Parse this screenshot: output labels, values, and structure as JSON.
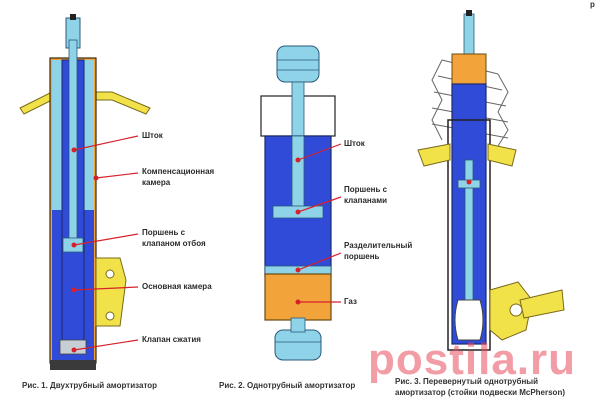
{
  "top_text": "р",
  "figure1": {
    "labels": {
      "rod": "Шток",
      "comp_chamber_1": "Компенсационная",
      "comp_chamber_2": "камера",
      "piston_1": "Поршень с",
      "piston_2": "клапаном отбоя",
      "main_chamber": "Основная камера",
      "comp_valve": "Клапан сжатия"
    },
    "caption": "Рис. 1. Двухтрубный амортизатор"
  },
  "figure2": {
    "labels": {
      "rod": "Шток",
      "piston_1": "Поршень с",
      "piston_2": "клапанами",
      "sep_piston_1": "Разделительный",
      "sep_piston_2": "поршень",
      "gas": "Газ"
    },
    "caption": "Рис. 2. Однотрубный амортизатор"
  },
  "figure3": {
    "caption_1": "Рис. 3. Перевернутый однотрубный",
    "caption_2": "амортизатор (стойки подвески McPherson)"
  },
  "watermark": "postila.ru",
  "colors": {
    "oil_blue": "#2f4bd8",
    "rod_cyan": "#8fd3e8",
    "gas_orange": "#f2a33a",
    "bracket_yellow": "#f2e24a",
    "pointer_red": "#d8202a",
    "watermark_pink": "#e84b5c"
  },
  "icons": [
    "red-dot-pointer",
    "shock-absorber-diagram",
    "coil-spring-icon"
  ]
}
